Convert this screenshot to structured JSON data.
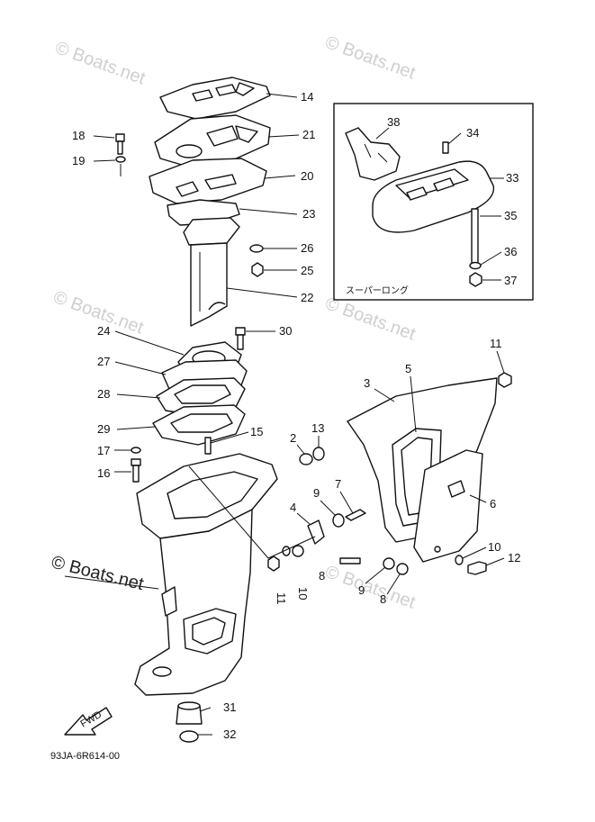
{
  "watermark": "© Boats.net",
  "brand_text": "© Boats.net",
  "diagram_code": "93JA-6R614-00",
  "inset_caption": "スーパーロング",
  "fwd_label": "FWD",
  "callouts": {
    "c2": "2",
    "c3": "3",
    "c4": "4",
    "c5": "5",
    "c6": "6",
    "c7": "7",
    "c8a": "8",
    "c8b": "8",
    "c9a": "9",
    "c9b": "9",
    "c10a": "10",
    "c10b": "10",
    "c11a": "11",
    "c11b": "11",
    "c12": "12",
    "c13": "13",
    "c14": "14",
    "c15": "15",
    "c16": "16",
    "c17": "17",
    "c18": "18",
    "c19": "19",
    "c20": "20",
    "c21": "21",
    "c22": "22",
    "c23": "23",
    "c24": "24",
    "c25": "25",
    "c26": "26",
    "c27": "27",
    "c28": "28",
    "c29": "29",
    "c30": "30",
    "c31": "31",
    "c32": "32",
    "c33": "33",
    "c34": "34",
    "c35": "35",
    "c36": "36",
    "c37": "37",
    "c38": "38"
  }
}
